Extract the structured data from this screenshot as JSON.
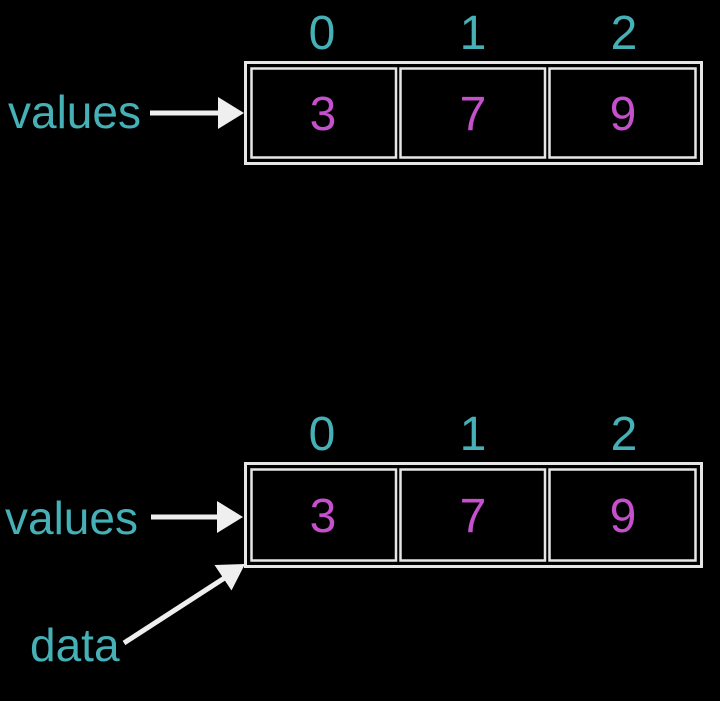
{
  "colors": {
    "background": "#000000",
    "label_text": "#45b0b6",
    "index_text": "#45b0b6",
    "value_text": "#c450cc",
    "box_border": "#e6e6e6",
    "arrow": "#efefef"
  },
  "diagrams": [
    {
      "id": "top-array",
      "pointers": [
        {
          "label": "values"
        }
      ],
      "indices": [
        "0",
        "1",
        "2"
      ],
      "cells": [
        "3",
        "7",
        "9"
      ]
    },
    {
      "id": "bottom-array",
      "pointers": [
        {
          "label": "values"
        },
        {
          "label": "data"
        }
      ],
      "indices": [
        "0",
        "1",
        "2"
      ],
      "cells": [
        "3",
        "7",
        "9"
      ]
    }
  ]
}
